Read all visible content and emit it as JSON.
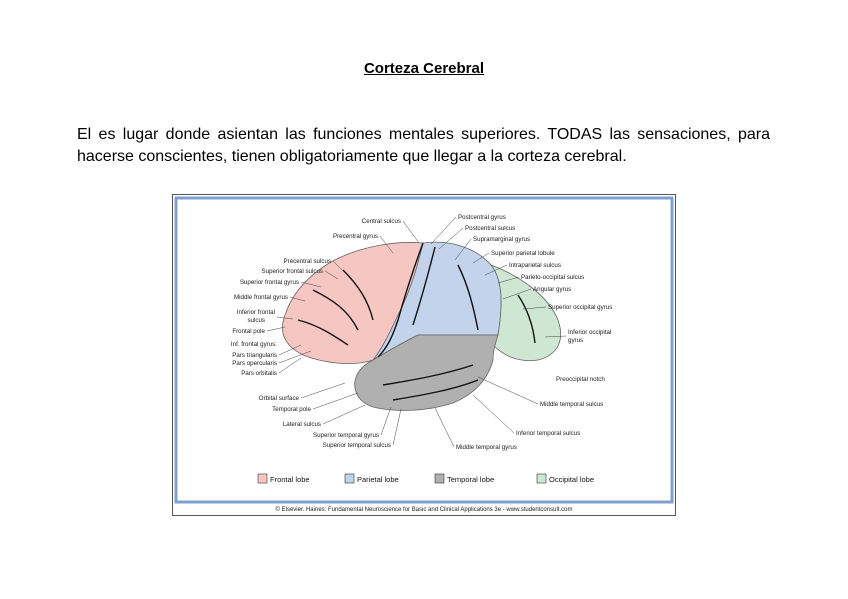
{
  "document": {
    "title": "Corteza Cerebral",
    "paragraph": "El es lugar donde asientan las funciones mentales superiores. TODAS las sensaciones, para hacerse conscientes, tienen obligatoriamente que llegar a la corteza cerebral."
  },
  "figure": {
    "labels_left": [
      "Central sulcus",
      "Precentral gyrus",
      "Precentral sulcus",
      "Superior frontal sulcus",
      "Superior frontal gyrus",
      "Middle frontal gyrus",
      "Inferior frontal",
      "sulcus",
      "Frontal pole",
      "Inf. frontal gyrus:",
      "Pars triangularis",
      "Pars opercularis",
      "Pars orbitalis",
      "Orbital surface",
      "Temporal pole",
      "Lateral sulcus",
      "Superior temporal gyrus",
      "Superior temporal sulcus"
    ],
    "labels_right": [
      "Postcentral gyrus",
      "Postcentral sulcus",
      "Supramarginal gyrus",
      "Superior parietal lobule",
      "Intraparietal sulcus",
      "Parieto-occipital sulcus",
      "Angular gyrus",
      "Superior occipital gyrus",
      "Inferior occipital",
      "gyrus",
      "Preoccipital notch",
      "Middle temporal sulcus",
      "Inferior temporal sulcus",
      "Middle temporal gyrus"
    ],
    "legend": [
      "Frontal lobe",
      "Parietal lobe",
      "Temporal lobe",
      "Occipital lobe"
    ],
    "credit": "© Elsevier. Haines: Fundamental Neuroscience for Basic and Clinical Applications 3e - www.studentconsult.com",
    "colors": {
      "frontal": "#f5c6c2",
      "parietal": "#c3d3ec",
      "temporal": "#b0b0b0",
      "occipital": "#cfe6d2",
      "frame": "#7fa0d0"
    }
  }
}
